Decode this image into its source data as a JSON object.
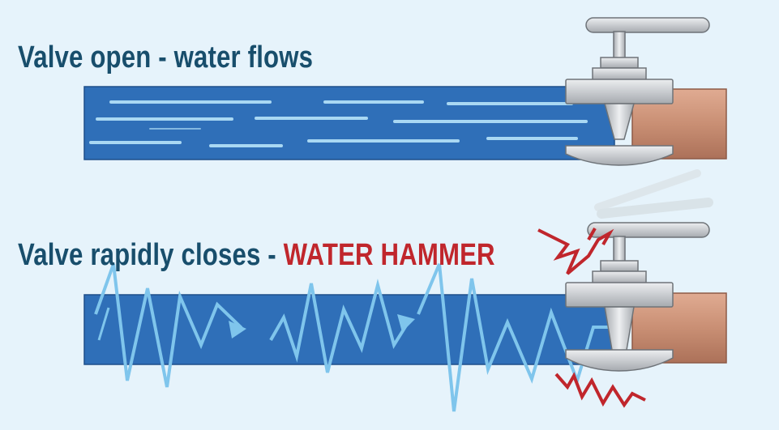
{
  "scene_top": {
    "caption": "Valve open - water flows"
  },
  "scene_bottom": {
    "caption_lead": "Valve rapidly closes - ",
    "caption_alert": "WATER HAMMER"
  },
  "colors": {
    "background": "#e6f3fb",
    "caption": "#184e6c",
    "alert": "#c0262c",
    "water": "#2f6fb8",
    "water_streak": "#a9d8f3",
    "shock_wave": "#7fc5ec",
    "valve_metal": "#c9ccd0",
    "copper_pipe": "#c98f74"
  },
  "icons": {
    "valve": "gate-valve-icon",
    "impact": "impact-burst-icon"
  }
}
